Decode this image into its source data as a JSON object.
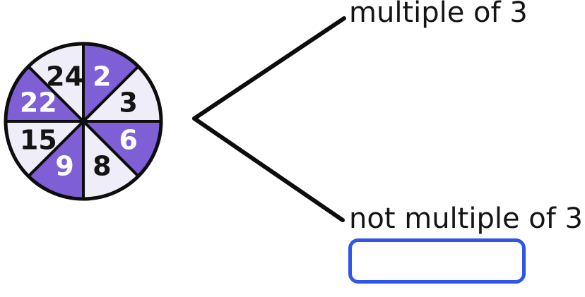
{
  "spinner": {
    "segments": [
      {
        "label": "2",
        "color": "purple"
      },
      {
        "label": "3",
        "color": "light"
      },
      {
        "label": "6",
        "color": "purple"
      },
      {
        "label": "8",
        "color": "light"
      },
      {
        "label": "9",
        "color": "purple"
      },
      {
        "label": "15",
        "color": "light"
      },
      {
        "label": "22",
        "color": "purple"
      },
      {
        "label": "24",
        "color": "light"
      }
    ],
    "colors": {
      "purple": "#7E5FD5",
      "light": "#EFEDF8",
      "outline": "#0D0D0D",
      "label_on_purple": "#FFFFFF",
      "label_on_light": "#141414"
    }
  },
  "tree": {
    "branches": [
      {
        "label": "multiple of 3"
      },
      {
        "label": "not multiple of 3"
      }
    ],
    "line_color": "#0D0D0D"
  },
  "answer_box": {
    "value": "",
    "border_color": "#2F56E7"
  }
}
